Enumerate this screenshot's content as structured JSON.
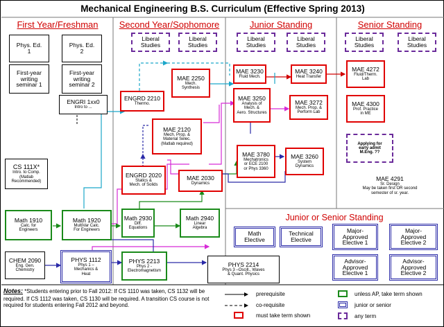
{
  "title": "Mechanical Engineering B.S. Curriculum (Effective Spring 2013)",
  "columns": {
    "freshman": "First Year/Freshman",
    "sophomore": "Second Year/Sophomore",
    "junior": "Junior Standing",
    "senior": "Senior Standing",
    "junior_or_senior": "Junior or Senior Standing"
  },
  "courses": {
    "phys_ed_1": {
      "line1": "Phys. Ed.",
      "line2": "1"
    },
    "phys_ed_2": {
      "line1": "Phys. Ed.",
      "line2": "2"
    },
    "fws1": {
      "line1": "First-year",
      "line2": "writing",
      "line3": "seminar 1"
    },
    "fws2": {
      "line1": "First-year",
      "line2": "writing",
      "line3": "seminar 2"
    },
    "engri": {
      "line1": "ENGRI 1xx0",
      "line2": "Intro to ..."
    },
    "cs111x": {
      "line1": "CS 111X*",
      "line2": "Intro. to Comp.",
      "line3": "(Matlab",
      "line4": "Recommended)"
    },
    "math1910": {
      "line1": "Math 1910",
      "line2": "Calc. for",
      "line3": "Engineers"
    },
    "chem2090": {
      "line1": "CHEM 2090",
      "line2": "Eng. Gen.",
      "line3": "Chemistry"
    },
    "math1920": {
      "line1": "Math 1920",
      "line2": "MultiVar Calc.",
      "line3": "For Engineers"
    },
    "phys1112": {
      "line1": "PHYS 1112",
      "line2": "Phys 1 –",
      "line3": "Mechanics &",
      "line4": "Heat"
    },
    "lib1": {
      "line1": "Liberal",
      "line2": "Studies"
    },
    "lib2": {
      "line1": "Liberal",
      "line2": "Studies"
    },
    "engrd2210": {
      "line1": "ENGRD 2210",
      "line2": "Thermo."
    },
    "mae2250": {
      "line1": "MAE 2250",
      "line2": "Mech.",
      "line3": "Synthesis"
    },
    "mae2120": {
      "line1": "MAE 2120",
      "line2": "Mech. Prop. &",
      "line3": "Material Selec.",
      "line4": "(Matlab required)"
    },
    "engrd2020": {
      "line1": "ENGRD 2020",
      "line2": "Statics &",
      "line3": "Mech. of Solids"
    },
    "mae2030": {
      "line1": "MAE 2030",
      "line2": "Dynamics"
    },
    "math2930": {
      "line1": "Math 2930",
      "line2": "Diff.",
      "line3": "Equations"
    },
    "math2940": {
      "line1": "Math 2940",
      "line2": "Linear",
      "line3": "Algebra"
    },
    "phys2213": {
      "line1": "PHYS 2213",
      "line2": "Phys 2 -",
      "line3": "Electromagnetism"
    },
    "lib3": {
      "line1": "Liberal",
      "line2": "Studies"
    },
    "lib4": {
      "line1": "Liberal",
      "line2": "Studies"
    },
    "mae3230": {
      "line1": "MAE 3230",
      "line2": "Fluid Mech."
    },
    "mae3240": {
      "line1": "MAE 3240",
      "line2": "Heat Transfer"
    },
    "mae3250": {
      "line1": "MAE 3250",
      "line2": "Analysis  of",
      "line3": "Mech. &",
      "line4": "Aero. Structures"
    },
    "mae3272": {
      "line1": "MAE 3272",
      "line2": "Mech. Prop. &",
      "line3": "Perform Lab"
    },
    "mae3780": {
      "line1": "MAE 3780",
      "line2": "Mechatronics",
      "line3": "or ECE 2100",
      "line4": "or Phys 3360"
    },
    "mae3260": {
      "line1": "MAE 3260",
      "line2": "System",
      "line3": "Dynamics"
    },
    "phys2214": {
      "line1": "PHYS 2214",
      "line2": "Phys 3 –Oscill., Waves",
      "line3": "& Quant. Physics"
    },
    "lib5": {
      "line1": "Liberal",
      "line2": "Studies"
    },
    "lib6": {
      "line1": "Liberal",
      "line2": "Studies"
    },
    "mae4272": {
      "line1": "MAE 4272",
      "line2": "Fluid/Therm.",
      "line3": "Lab"
    },
    "mae4300": {
      "line1": "MAE 4300",
      "line2": "Prof. Practice",
      "line3": "in ME"
    },
    "meng": {
      "line1": "Applying for",
      "line2": "early admit",
      "line3": "M.Eng. ??"
    },
    "mae4291": {
      "line1": "MAE 4291",
      "line2": "Sr. Design",
      "line3": "May be taken  first OR second",
      "line4": "semester of sr. year."
    },
    "math_elec": {
      "line1": "Math",
      "line2": "Elective"
    },
    "tech_elec": {
      "line1": "Technical",
      "line2": "Elective"
    },
    "major_elec1": {
      "line1": "Major-",
      "line2": "Approved",
      "line3": "Elective 1"
    },
    "major_elec2": {
      "line1": "Major-",
      "line2": "Approved",
      "line3": "Elective 2"
    },
    "advisor_elec1": {
      "line1": "Advisor-",
      "line2": "Approved",
      "line3": "Elective 1"
    },
    "advisor_elec2": {
      "line1": "Advisor-",
      "line2": "Approved",
      "line3": "Elective 2"
    }
  },
  "notes": {
    "heading": "Notes:",
    "text": "*Students entering prior to Fall 2012: If CS 1110 was taken, CS 1132 will be required.  If CS 1112 was taken, CS 1130 will be required.  A transition CS course is not required for students entering Fall 2012 and beyond."
  },
  "legend": {
    "prerequisite": "prerequisite",
    "corequisite": "co-requisite",
    "must_take": "must take term shown",
    "unless_ap": "unless AP, take term shown",
    "junior_senior": "junior or senior",
    "any_term": "any term"
  },
  "colors": {
    "heading_red": "#d00000",
    "must_take_red": "#e00000",
    "ap_green": "#1a8a1a",
    "jr_sr_blue": "#2a2aa8",
    "any_term_purple": "#6a2a9a",
    "arrow_cyan": "#1aa6c9",
    "arrow_magenta": "#d62ad6",
    "arrow_green": "#1a8a1a",
    "arrow_blue": "#2a2aa8"
  }
}
